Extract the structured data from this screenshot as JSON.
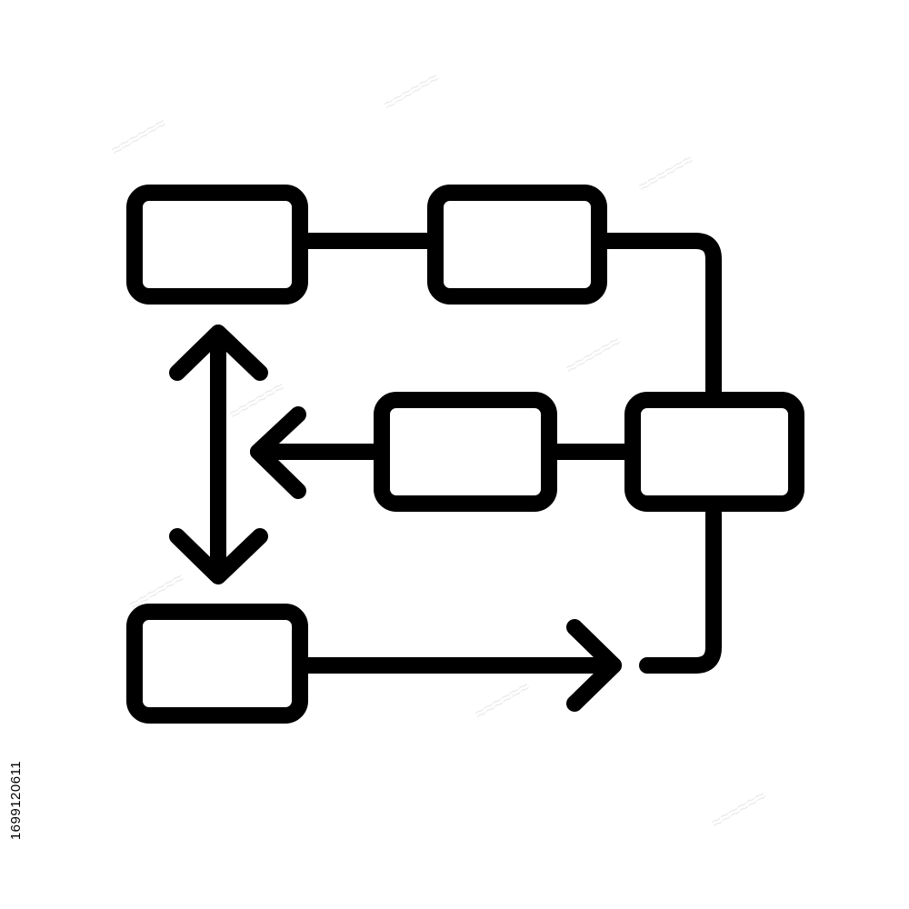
{
  "colors": {
    "ink": "#000000",
    "background": "#ffffff",
    "watermark": "#9a9a9a"
  },
  "diagram": {
    "type": "flowchart-icon",
    "nodes": [
      {
        "id": "node-top-left",
        "label": ""
      },
      {
        "id": "node-top-middle",
        "label": ""
      },
      {
        "id": "node-middle",
        "label": ""
      },
      {
        "id": "node-right",
        "label": ""
      },
      {
        "id": "node-bottom-left",
        "label": ""
      }
    ],
    "edges": [
      {
        "from": "node-top-left",
        "to": "node-top-middle",
        "kind": "line"
      },
      {
        "from": "node-top-middle",
        "to": "node-right",
        "kind": "elbow-line"
      },
      {
        "from": "node-right",
        "to": "node-middle",
        "kind": "line"
      },
      {
        "from": "node-middle",
        "to": "left",
        "kind": "arrow"
      },
      {
        "from": "node-top-left",
        "to": "node-bottom-left",
        "kind": "double-arrow"
      },
      {
        "from": "node-bottom-left",
        "to": "node-right",
        "kind": "arrow-with-elbow"
      }
    ]
  },
  "stock_id": "1699120611",
  "watermark_icon": "stock-watermark-pattern"
}
